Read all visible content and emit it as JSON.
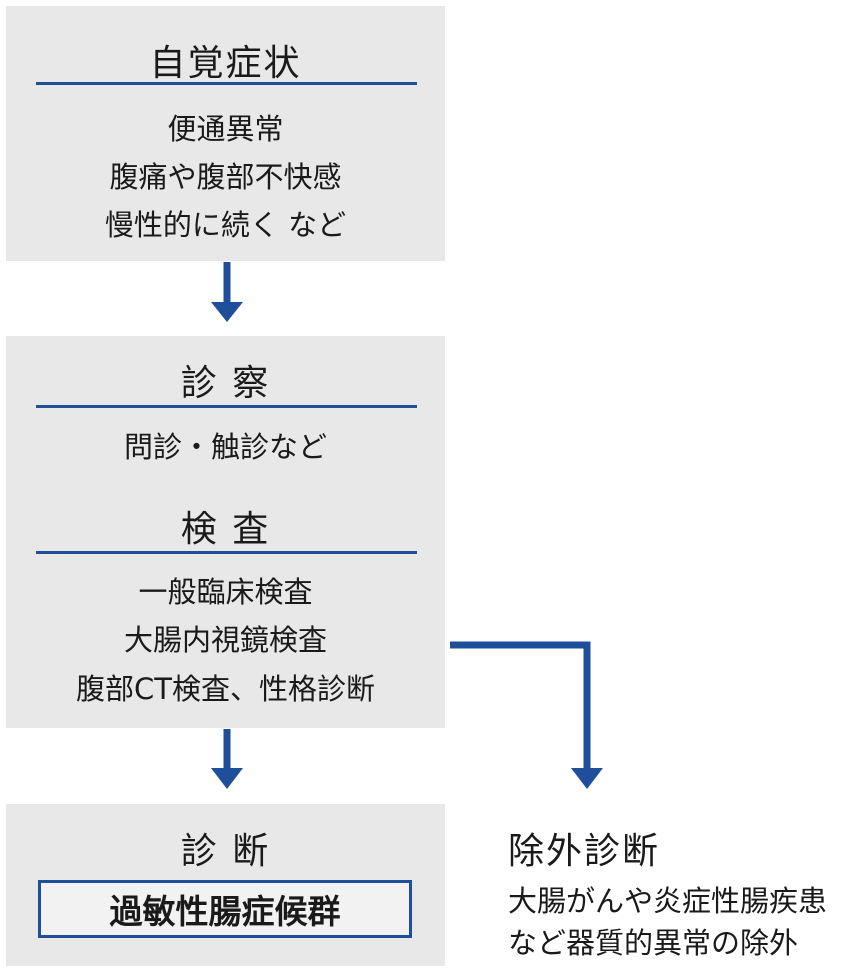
{
  "symptoms": {
    "heading": "自覚症状",
    "items": [
      "便通異常",
      "腹痛や腹部不快感",
      "慢性的に続く など"
    ]
  },
  "examination": {
    "heading": "診 察",
    "items": [
      "問診・触診など"
    ],
    "tests_heading": "検 査",
    "tests": [
      "一般臨床検査",
      "大腸内視鏡検査",
      "腹部CT検査、性格診断"
    ]
  },
  "diagnosis": {
    "heading": "診 断",
    "result": "過敏性腸症候群"
  },
  "exclusion": {
    "heading": "除外診断",
    "lines": [
      "大腸がんや炎症性腸疾患",
      "など器質的異常の除外"
    ]
  },
  "colors": {
    "accent": "#1f4e9b",
    "box_fill": "#e8e8e8"
  }
}
